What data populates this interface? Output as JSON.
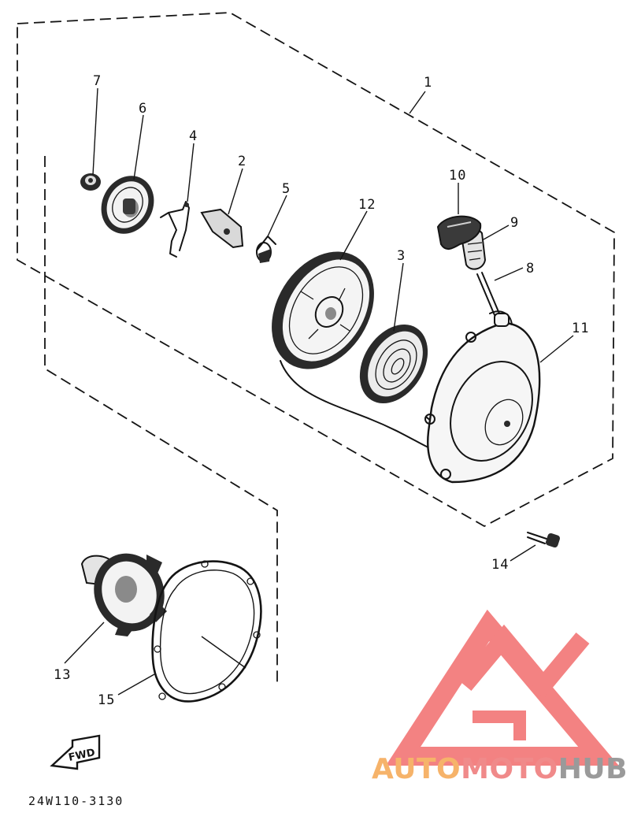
{
  "callouts": [
    {
      "id": "1",
      "label": "1"
    },
    {
      "id": "2",
      "label": "2"
    },
    {
      "id": "3",
      "label": "3"
    },
    {
      "id": "4",
      "label": "4"
    },
    {
      "id": "5",
      "label": "5"
    },
    {
      "id": "6",
      "label": "6"
    },
    {
      "id": "7",
      "label": "7"
    },
    {
      "id": "8",
      "label": "8"
    },
    {
      "id": "9",
      "label": "9"
    },
    {
      "id": "10",
      "label": "10"
    },
    {
      "id": "11",
      "label": "11"
    },
    {
      "id": "12",
      "label": "12"
    },
    {
      "id": "13",
      "label": "13"
    },
    {
      "id": "14",
      "label": "14"
    },
    {
      "id": "15",
      "label": "15"
    }
  ],
  "fwd_label": "FWD",
  "drawing_code": "24W110-3130",
  "watermark": {
    "part1": "AUTO",
    "part2": "MOTO",
    "part3": "HUB",
    "color_auto": "#f6b36a",
    "color_moto": "#f08a8a",
    "color_hub": "#9a9a9a",
    "logo_color": "#f26d6d"
  }
}
